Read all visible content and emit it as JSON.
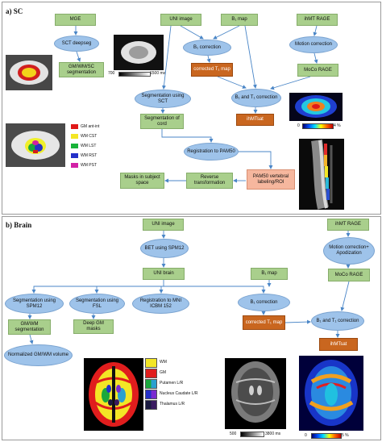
{
  "panels": {
    "sc": {
      "title": "a)  SC"
    },
    "brain": {
      "title": "b)  Brain"
    }
  },
  "sc_nodes": {
    "mge": "MGE",
    "sct_deepseg": "SCT deepseg",
    "gm_wm_sc": "GM/WM/SC segmentation",
    "uni": "UNI image",
    "b1_map": "B₁ map",
    "ihmt_rage": "ihMT RAGE",
    "b1_correction": "B₁ correction",
    "motion_correction": "Motion correction",
    "corrected_t1": "corrected T₁ map",
    "moco_rage": "MoCo RAGE",
    "seg_sct": "Segmentation using SCT",
    "b1t1_correction": "B₁ and T₁ correction",
    "seg_cord": "Segmentation of cord",
    "ihmtsat": "ihMTsat",
    "registration": "Registration to PAM50",
    "masks": "Masks in subject space",
    "reverse": "Reverse transformation",
    "pam50": "PAM50 vertebral labeling/ROI"
  },
  "sc_labels": {
    "t1_scale_min": "700",
    "t1_scale_max": "1500 ms",
    "ihmt_scale_min": "0",
    "ihmt_scale_max": "4 %",
    "legend": [
      "GM ant-int",
      "WM CST",
      "WM LST",
      "WM RST",
      "WM PST"
    ]
  },
  "brain_nodes": {
    "uni": "UNI image",
    "ihmt_rage": "ihMT RAGE",
    "bet": "BET using SPM12",
    "motion_apod": "Motion correction+ Apodization",
    "uni_brain": "UNI brain",
    "b1_map": "B₁ map",
    "moco_rage": "MoCo RAGE",
    "seg_spm": "Segmentation using SPM12",
    "seg_fsl": "Segmentation using FSL",
    "reg_mni": "Registration to MNI ICBM 152",
    "b1_correction": "B₁ correction",
    "b1t1_correction": "B₁ and T₁ correction",
    "gm_wm_seg": "GM/WM segmentation",
    "deep_gm": "Deep GM masks",
    "corrected_t1": "corrected T₁ map",
    "ihmtsat": "ihMTsat",
    "normalized": "Normalized GM/WM volume"
  },
  "brain_labels": {
    "legend": [
      "WM",
      "GM",
      "Putamen L/R",
      "Nucleus Caudate L/R",
      "Thalamus L/R"
    ],
    "t1_scale_min": "500",
    "t1_scale_max": "3800 ms",
    "ihmt_scale_min": "0",
    "ihmt_scale_max": "5 %"
  },
  "colors": {
    "process_green": "#a9cf8c",
    "step_blue": "#9ec3ea",
    "output_orange": "#c9661f",
    "pam50_peach": "#f6b79e",
    "arrow": "#4a86c7"
  }
}
